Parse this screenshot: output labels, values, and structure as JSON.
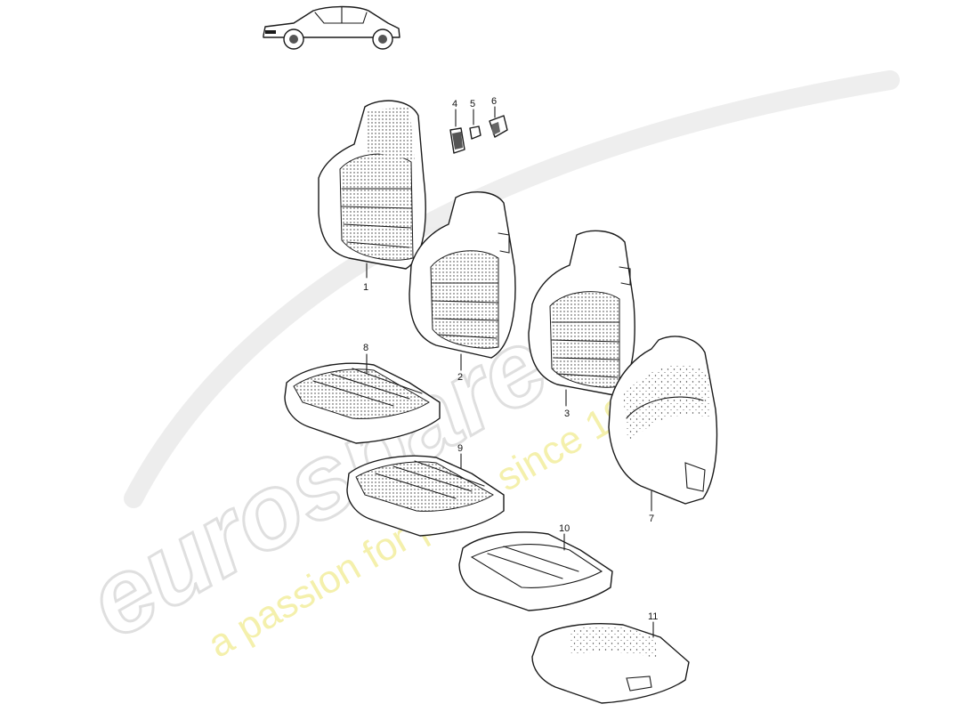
{
  "diagram": {
    "callouts": [
      "1",
      "2",
      "3",
      "4",
      "5",
      "6",
      "7",
      "8",
      "9",
      "10",
      "11"
    ]
  },
  "watermark": {
    "brand": "eurospares",
    "tagline": "a passion for parts since 1985",
    "brand_color": "#d9d9d9",
    "tagline_color": "#f2ee9a"
  },
  "icons": {
    "car": "car-side-icon"
  }
}
